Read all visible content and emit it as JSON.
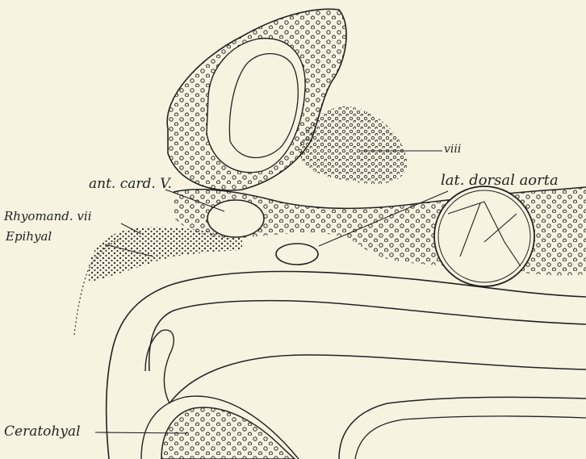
{
  "figure": {
    "background": "#f6f3e1",
    "ink": "#222222",
    "labels": {
      "viii": "viii",
      "ant_card_v": "ant. card. V.",
      "lat_dorsal_aorta": "lat. dorsal aorta",
      "rhyomand_vii": "Rhyomand. vii",
      "epihyal": "Epihyal",
      "ceratohyal": "Ceratohyal"
    }
  }
}
